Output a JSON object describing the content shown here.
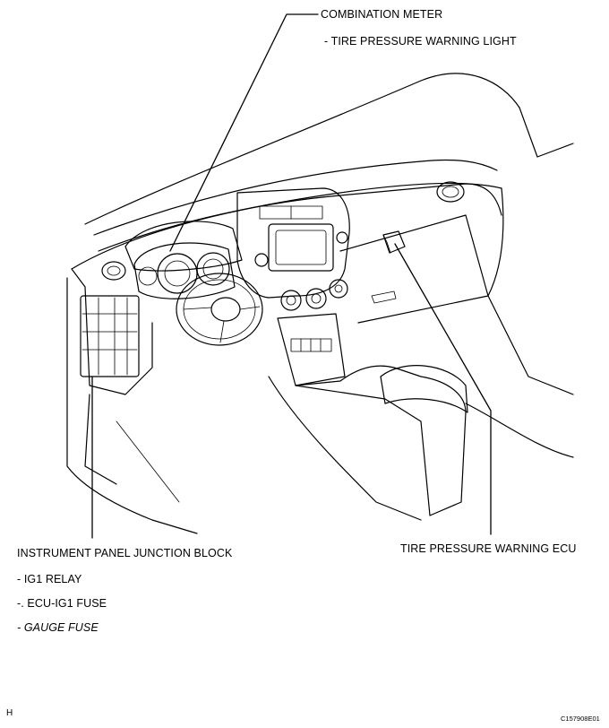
{
  "callouts": {
    "combination_meter": {
      "title": "COMBINATION METER",
      "items": [
        "- TIRE PRESSURE WARNING LIGHT"
      ]
    },
    "junction_block": {
      "title": "INSTRUMENT PANEL JUNCTION BLOCK",
      "items": [
        "- IG1 RELAY",
        "-. ECU-IG1 FUSE",
        "- GAUGE FUSE"
      ]
    },
    "tpms_ecu": {
      "title": "TIRE PRESSURE WARNING ECU"
    }
  },
  "footer": {
    "left_mark": "H",
    "figure_code": "C157908E01"
  }
}
